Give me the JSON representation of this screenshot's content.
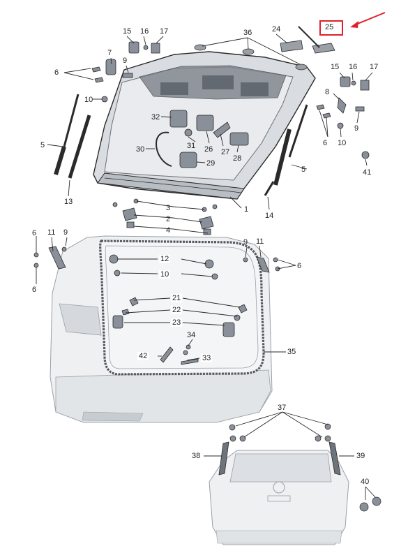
{
  "diagram": {
    "highlight": {
      "label": "25",
      "color": "#e0202a"
    },
    "part_labels": {
      "p1": "1",
      "p2": "2",
      "p3": "3",
      "p4": "4",
      "p5a": "5",
      "p5b": "5",
      "p6a": "6",
      "p6b": "6",
      "p6c": "6",
      "p6d": "6",
      "p6e": "6",
      "p7": "7",
      "p8": "8",
      "p9a": "9",
      "p9b": "9",
      "p9c": "9",
      "p9d": "9",
      "p10a": "10",
      "p10b": "10",
      "p10c": "10",
      "p11a": "11",
      "p11b": "11",
      "p12": "12",
      "p13": "13",
      "p14": "14",
      "p15a": "15",
      "p15b": "15",
      "p16a": "16",
      "p16b": "16",
      "p17a": "17",
      "p17b": "17",
      "p21": "21",
      "p22": "22",
      "p23": "23",
      "p24": "24",
      "p26": "26",
      "p27": "27",
      "p28": "28",
      "p29": "29",
      "p30": "30",
      "p31": "31",
      "p32": "32",
      "p33": "33",
      "p34": "34",
      "p35": "35",
      "p36": "36",
      "p37": "37",
      "p38": "38",
      "p39": "39",
      "p40": "40",
      "p41": "41",
      "p42": "42"
    },
    "colors": {
      "line": "#2a2a2a",
      "part_fill": "#8a9099",
      "part_dark": "#4f555c",
      "body_fill": "#eef0f2",
      "body_line": "#9aa0a6",
      "seal": "#555a60"
    }
  }
}
